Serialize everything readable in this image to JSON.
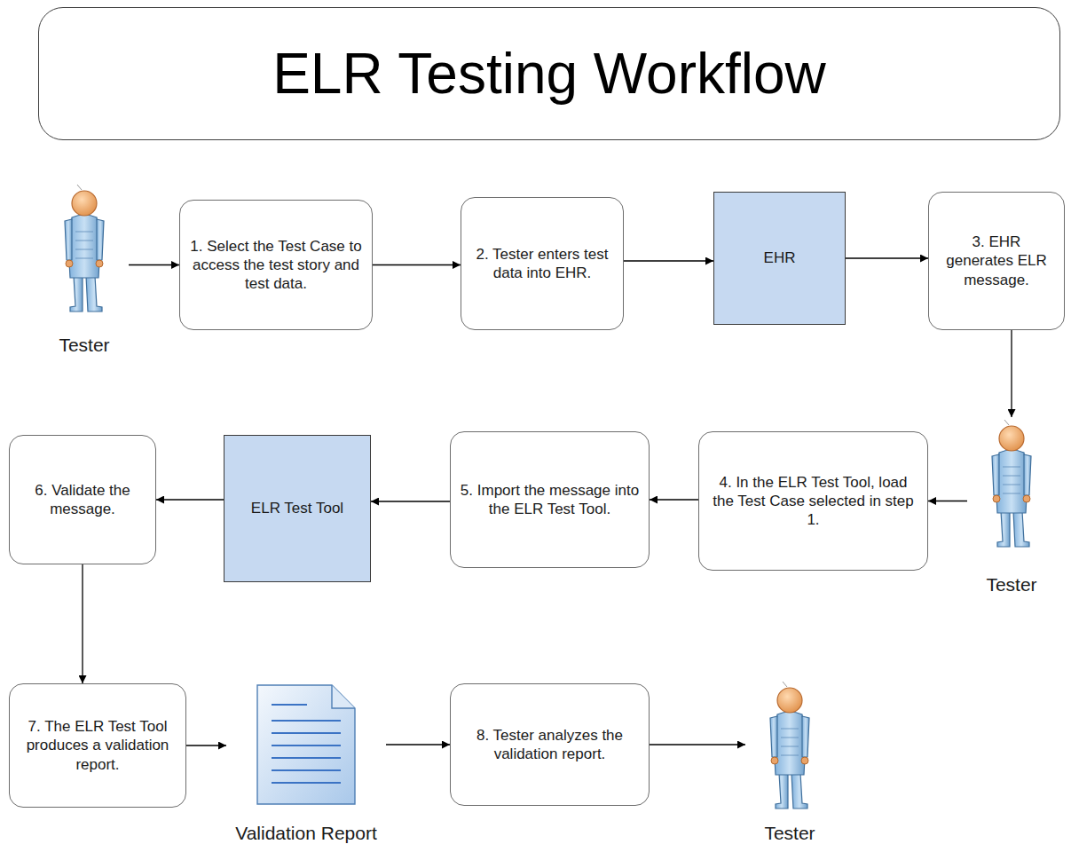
{
  "diagram": {
    "title": "ELR Testing Workflow",
    "nodes": [
      {
        "text": [
          "Tester"
        ]
      },
      {
        "text": [
          "1. Select the Test Case to access the test story and test data."
        ]
      },
      {
        "text": [
          "2. Tester enters test data into EHR."
        ]
      },
      {
        "text": [
          "EHR"
        ]
      },
      {
        "text": [
          "3. EHR generates ELR message."
        ]
      },
      {
        "text": [
          "Tester"
        ]
      },
      {
        "text": [
          "4. In the ELR Test Tool, load the Test Case selected in step 1."
        ]
      },
      {
        "text": [
          "5. Import the message into the ELR Test Tool."
        ]
      },
      {
        "text": [
          "ELR Test Tool"
        ]
      },
      {
        "text": [
          "6. Validate the message."
        ]
      },
      {
        "text": [
          "7. The ELR Test Tool produces a validation report."
        ]
      },
      {
        "text": [
          "Validation Report"
        ]
      },
      {
        "text": [
          "8. Tester analyzes the validation report."
        ]
      },
      {
        "text": [
          "Tester"
        ]
      }
    ],
    "edges": [
      {
        "from": 0,
        "to": 1,
        "arrow": "to"
      },
      {
        "from": 1,
        "to": 2,
        "arrow": "to"
      },
      {
        "from": 2,
        "to": 3,
        "arrow": "to"
      },
      {
        "from": 3,
        "to": 4,
        "arrow": "to"
      },
      {
        "from": 4,
        "to": 5,
        "arrow": "to"
      },
      {
        "from": 5,
        "to": 6,
        "arrow": "to"
      },
      {
        "from": 6,
        "to": 7,
        "arrow": "to"
      },
      {
        "from": 7,
        "to": 8,
        "arrow": "to"
      },
      {
        "from": 8,
        "to": 9,
        "arrow": "to"
      },
      {
        "from": 9,
        "to": 10,
        "arrow": "to"
      },
      {
        "from": 10,
        "to": 11,
        "arrow": "to"
      },
      {
        "from": 11,
        "to": 12,
        "arrow": "to"
      },
      {
        "from": 12,
        "to": 13,
        "arrow": "to"
      }
    ]
  }
}
